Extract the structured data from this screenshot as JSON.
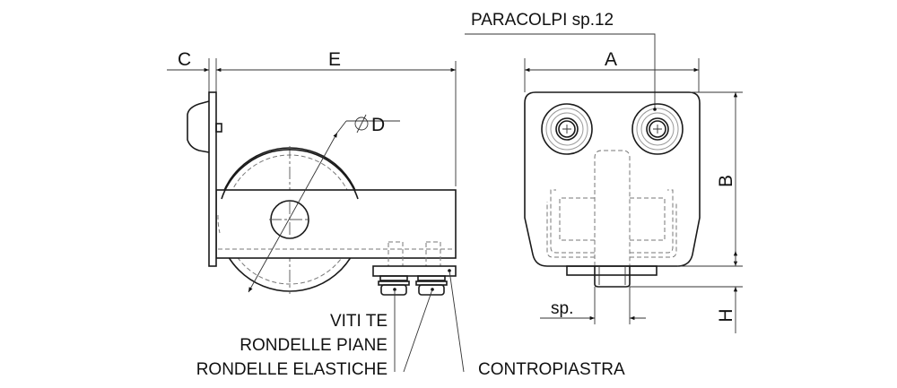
{
  "dimensions": {
    "c": "C",
    "e": "E",
    "d": "D",
    "a": "A",
    "b": "B",
    "h": "H",
    "sp": "sp."
  },
  "labels": {
    "paracolpi": "PARACOLPI sp.12",
    "viti": "VITI TE",
    "rondelle_piane": "RONDELLE PIANE",
    "rondelle_elastiche": "RONDELLE ELASTICHE",
    "contropiastra": "CONTROPIASTRA"
  }
}
